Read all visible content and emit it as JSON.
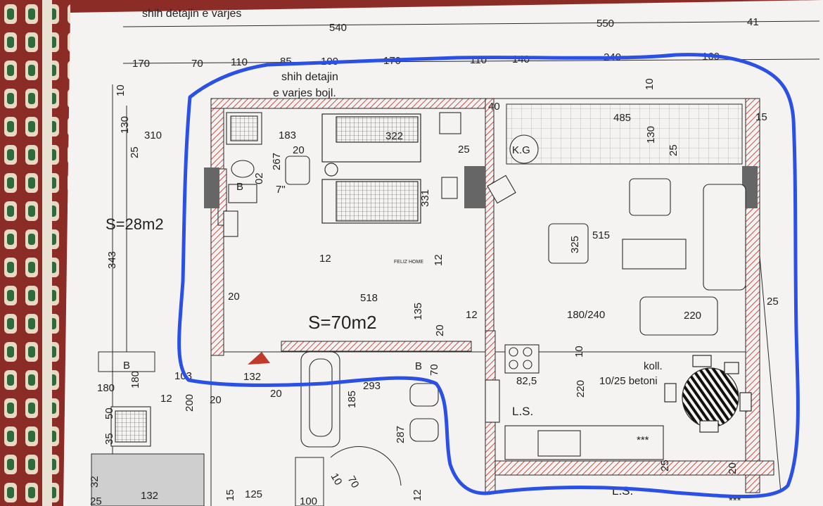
{
  "colors": {
    "paper": "#f4f3f1",
    "ink": "#2a2a2a",
    "wall_hatch": "#c8524a",
    "marker": "#2a50e6",
    "tablecloth": "#8b2d26"
  },
  "notes": {
    "top_detail": "shih detajin e varjes",
    "boiler_line1": "shih detajin",
    "boiler_line2": "e varjes bojl."
  },
  "dims_top_row1": [
    "540",
    "550",
    "41"
  ],
  "dims_top_row2": [
    "170",
    "70",
    "110",
    "85",
    "100",
    "170",
    "110",
    "140",
    "240",
    "160"
  ],
  "labels": {
    "kg": "K.G",
    "area_left": "S=28m2",
    "area_main": "S=70m2",
    "logo": "FELIZ HOME",
    "ls1": "L.S.",
    "ls2": "L.S.",
    "b1": "B",
    "b2": "B",
    "b3": "B",
    "koll1": "koll.",
    "koll2": "10/25 betoni",
    "seven": "7\"",
    "stars1": "***",
    "stars2": "***"
  },
  "dims_inner": {
    "d10a": "10",
    "d130a": "130",
    "d310": "310",
    "d25a": "25",
    "d183": "183",
    "d20a": "20",
    "d267": "267",
    "d02": "02",
    "d322": "322",
    "d331": "331",
    "d25b": "25",
    "d40": "40",
    "d485": "485",
    "d15": "15",
    "d10b": "10",
    "d130b": "130",
    "d25c": "25",
    "d343": "343",
    "d12a": "12",
    "d518": "518",
    "d12b": "12",
    "d20b": "20",
    "d135": "135",
    "d20c": "20",
    "d12c": "12",
    "d515": "515",
    "d325": "325",
    "d180240": "180/240",
    "d220a": "220",
    "d25d": "25",
    "d10c": "10",
    "d220b": "220",
    "d825": "82,5",
    "d70a": "70",
    "d293": "293",
    "d185": "185",
    "d287": "287",
    "d132a": "132",
    "d20d": "20",
    "d103": "103",
    "d180": "180",
    "d180b": "180",
    "d200": "200",
    "d12d": "12",
    "d20e": "20",
    "d50": "50",
    "d35": "35",
    "d32": "32",
    "d132b": "132",
    "d25e": "25",
    "d15b": "15",
    "d125": "125",
    "d100": "100",
    "d12e": "12",
    "d10d": "10",
    "d70b": "70",
    "d20f": "20",
    "d25f": "25"
  }
}
